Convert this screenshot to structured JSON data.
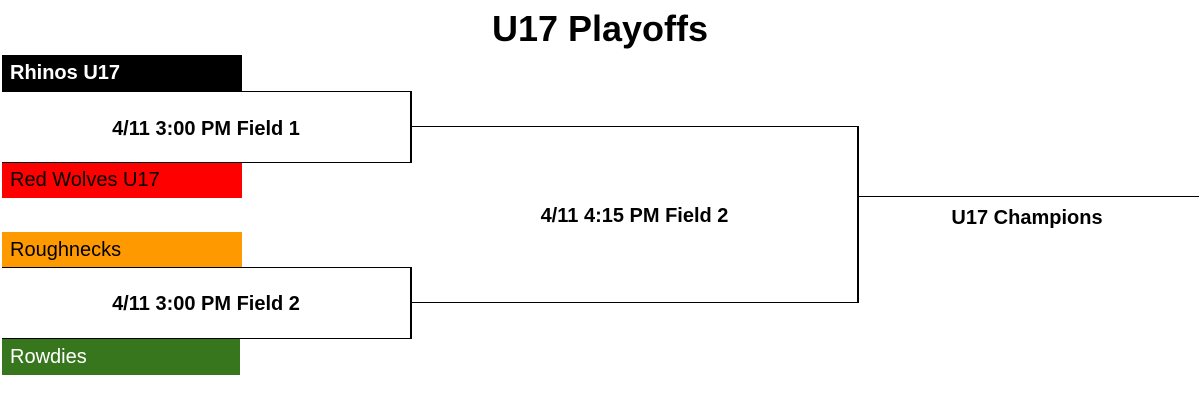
{
  "title": "U17 Playoffs",
  "teams": [
    {
      "name": "Rhinos U17",
      "color": "#000000",
      "text_color": "#ffffff",
      "bold": true
    },
    {
      "name": "Red Wolves U17",
      "color": "#ff0000",
      "text_color": "#000000",
      "bold": false
    },
    {
      "name": "Roughnecks",
      "color": "#ff9900",
      "text_color": "#000000",
      "bold": false
    },
    {
      "name": "Rowdies",
      "color": "#38761d",
      "text_color": "#ffffff",
      "bold": false
    }
  ],
  "games": {
    "semi1": "4/11 3:00 PM Field 1",
    "semi2": "4/11 3:00 PM Field 2",
    "final": "4/11 4:15 PM Field 2"
  },
  "champion_label": "U17 Champions"
}
